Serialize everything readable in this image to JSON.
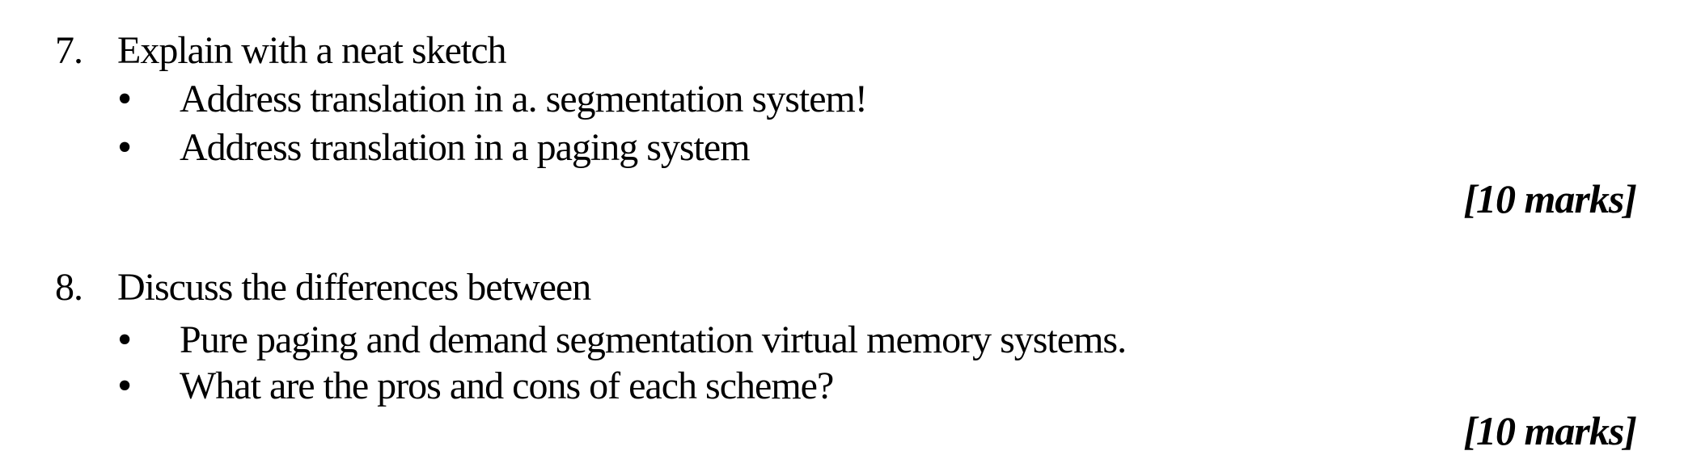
{
  "document": {
    "background": "#ffffff",
    "text_color": "#000000",
    "bullet_glyph": "•",
    "questions": [
      {
        "number": "7.",
        "prompt": "Explain with a neat sketch",
        "bullets": [
          "Address translation in a. segmentation system!",
          "Address translation in a paging system"
        ],
        "marks": "[10 marks]"
      },
      {
        "number": "8.",
        "prompt": "Discuss the differences between",
        "bullets": [
          "Pure paging and demand segmentation virtual memory systems.",
          "What are the pros and cons of each scheme?"
        ],
        "marks": "[10 marks]"
      }
    ]
  }
}
